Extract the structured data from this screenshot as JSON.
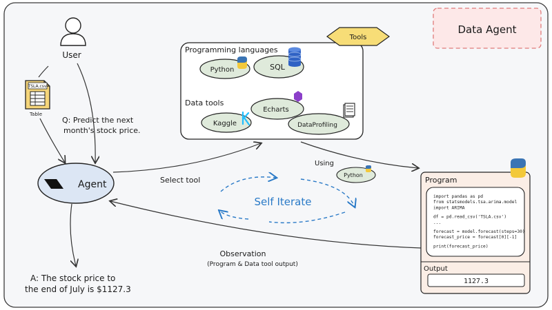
{
  "title": "Data Agent",
  "user": {
    "label": "User",
    "question_line1": "Q: Predict the next",
    "question_line2": "month's stock price."
  },
  "table_file": {
    "filename": "TSLA.csv",
    "label": "Table"
  },
  "agent": {
    "label": "Agent"
  },
  "tools": {
    "badge": "Tools",
    "programming_heading": "Programming languages",
    "programming_items": [
      "Python",
      "SQL"
    ],
    "data_heading": "Data tools",
    "data_items": [
      "Echarts",
      "Kaggle",
      "DataProfiling"
    ]
  },
  "edges": {
    "select_tool": "Select tool",
    "using": "Using",
    "using_tool": "Python",
    "self_iterate": "Self Iterate",
    "observation": "Observation",
    "observation_detail": "(Program & Data tool output)"
  },
  "answer": {
    "line1": "A: The stock price to",
    "line2": "the end of July is $1127.3"
  },
  "program": {
    "heading": "Program",
    "code": [
      "import pandas as pd",
      "from statsmodels.tsa.arima.model",
      "  import ARIMA",
      "",
      "df = pd.read_csv('TSLA.csv')",
      "...",
      "",
      "forecast = model.forecast(steps=30)",
      "forecast_price = forecast[0][-1]",
      "",
      "print(forecast_price)"
    ],
    "output_heading": "Output",
    "output_value": "1127.3"
  },
  "colors": {
    "background": "#f6f7f9",
    "tool_pill": "#dfeadb",
    "agent_fill": "#dce6f4",
    "tools_badge": "#f7dd77",
    "title_box": "#fde8e8",
    "title_border": "#e07a7a",
    "program_fill": "#fbeee6",
    "self_iterate": "#2a7ac7",
    "stroke": "#222222"
  }
}
